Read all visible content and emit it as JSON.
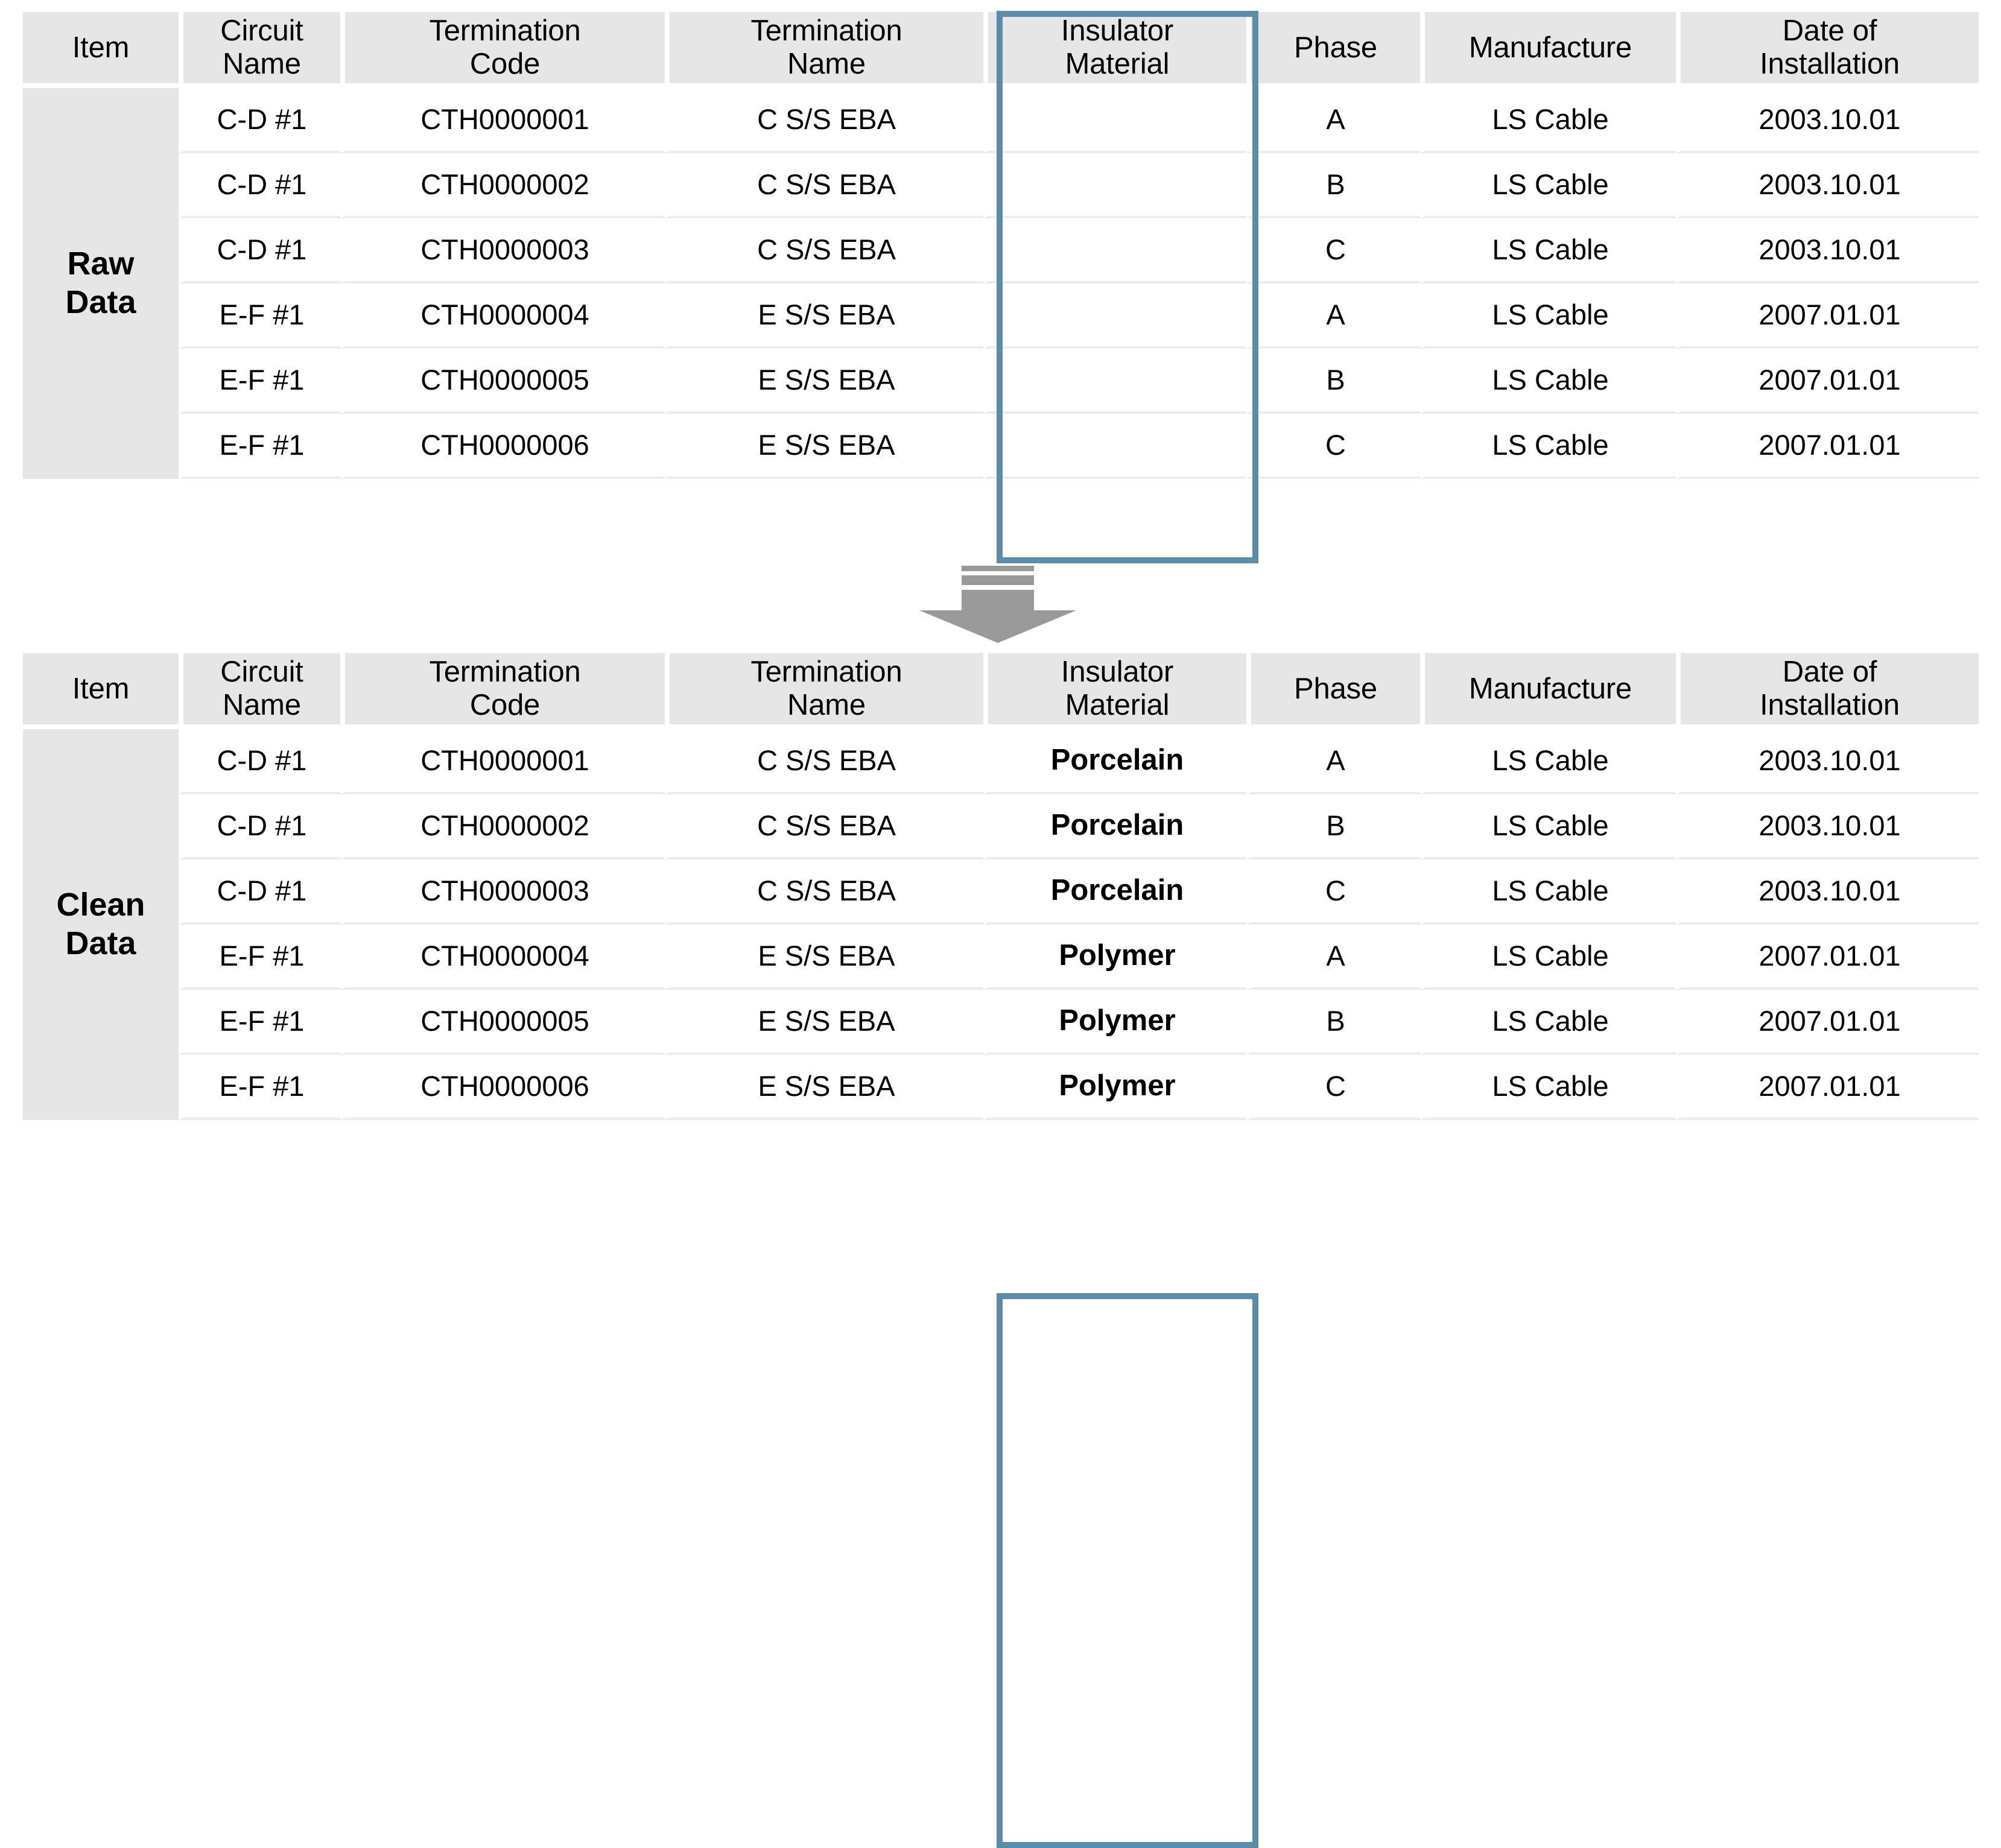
{
  "columns": [
    {
      "key": "item",
      "label_lines": [
        "Item"
      ]
    },
    {
      "key": "circuit_name",
      "label_lines": [
        "Circuit",
        "Name"
      ]
    },
    {
      "key": "termination_code",
      "label_lines": [
        "Termination",
        "Code"
      ]
    },
    {
      "key": "termination_name",
      "label_lines": [
        "Termination",
        "Name"
      ]
    },
    {
      "key": "insulator_material",
      "label_lines": [
        "Insulator",
        "Material"
      ]
    },
    {
      "key": "phase",
      "label_lines": [
        "Phase"
      ]
    },
    {
      "key": "manufacture",
      "label_lines": [
        "Manufacture"
      ]
    },
    {
      "key": "date_of_installation",
      "label_lines": [
        "Date of",
        "Installation"
      ]
    }
  ],
  "raw_table": {
    "item_label_lines": [
      "Raw",
      "Data"
    ],
    "headers": {
      "item": "Item",
      "circuit_name_l1": "Circuit",
      "circuit_name_l2": "Name",
      "termination_code_l1": "Termination",
      "termination_code_l2": "Code",
      "termination_name_l1": "Termination",
      "termination_name_l2": "Name",
      "insulator_material_l1": "Insulator",
      "insulator_material_l2": "Material",
      "phase": "Phase",
      "manufacture": "Manufacture",
      "date_l1": "Date of",
      "date_l2": "Installation"
    },
    "rows": [
      {
        "circuit_name": "C-D #1",
        "termination_code": "CTH0000001",
        "termination_name": "C S/S EBA",
        "insulator_material": "",
        "phase": "A",
        "manufacture": "LS Cable",
        "date_of_installation": "2003.10.01"
      },
      {
        "circuit_name": "C-D #1",
        "termination_code": "CTH0000002",
        "termination_name": "C S/S EBA",
        "insulator_material": "",
        "phase": "B",
        "manufacture": "LS Cable",
        "date_of_installation": "2003.10.01"
      },
      {
        "circuit_name": "C-D #1",
        "termination_code": "CTH0000003",
        "termination_name": "C S/S EBA",
        "insulator_material": "",
        "phase": "C",
        "manufacture": "LS Cable",
        "date_of_installation": "2003.10.01"
      },
      {
        "circuit_name": "E-F #1",
        "termination_code": "CTH0000004",
        "termination_name": "E S/S EBA",
        "insulator_material": "",
        "phase": "A",
        "manufacture": "LS Cable",
        "date_of_installation": "2007.01.01"
      },
      {
        "circuit_name": "E-F #1",
        "termination_code": "CTH0000005",
        "termination_name": "E S/S EBA",
        "insulator_material": "",
        "phase": "B",
        "manufacture": "LS Cable",
        "date_of_installation": "2007.01.01"
      },
      {
        "circuit_name": "E-F #1",
        "termination_code": "CTH0000006",
        "termination_name": "E S/S EBA",
        "insulator_material": "",
        "phase": "C",
        "manufacture": "LS Cable",
        "date_of_installation": "2007.01.01"
      }
    ]
  },
  "clean_table": {
    "item_label_lines": [
      "Clean",
      "Data"
    ],
    "headers": {
      "item": "Item",
      "circuit_name_l1": "Circuit",
      "circuit_name_l2": "Name",
      "termination_code_l1": "Termination",
      "termination_code_l2": "Code",
      "termination_name_l1": "Termination",
      "termination_name_l2": "Name",
      "insulator_material_l1": "Insulator",
      "insulator_material_l2": "Material",
      "phase": "Phase",
      "manufacture": "Manufacture",
      "date_l1": "Date of",
      "date_l2": "Installation"
    },
    "rows": [
      {
        "circuit_name": "C-D #1",
        "termination_code": "CTH0000001",
        "termination_name": "C S/S EBA",
        "insulator_material": "Porcelain",
        "phase": "A",
        "manufacture": "LS Cable",
        "date_of_installation": "2003.10.01"
      },
      {
        "circuit_name": "C-D #1",
        "termination_code": "CTH0000002",
        "termination_name": "C S/S EBA",
        "insulator_material": "Porcelain",
        "phase": "B",
        "manufacture": "LS Cable",
        "date_of_installation": "2003.10.01"
      },
      {
        "circuit_name": "C-D #1",
        "termination_code": "CTH0000003",
        "termination_name": "C S/S EBA",
        "insulator_material": "Porcelain",
        "phase": "C",
        "manufacture": "LS Cable",
        "date_of_installation": "2003.10.01"
      },
      {
        "circuit_name": "E-F #1",
        "termination_code": "CTH0000004",
        "termination_name": "E S/S EBA",
        "insulator_material": "Polymer",
        "phase": "A",
        "manufacture": "LS Cable",
        "date_of_installation": "2007.01.01"
      },
      {
        "circuit_name": "E-F #1",
        "termination_code": "CTH0000005",
        "termination_name": "E S/S EBA",
        "insulator_material": "Polymer",
        "phase": "B",
        "manufacture": "LS Cable",
        "date_of_installation": "2007.01.01"
      },
      {
        "circuit_name": "E-F #1",
        "termination_code": "CTH0000006",
        "termination_name": "E S/S EBA",
        "insulator_material": "Polymer",
        "phase": "C",
        "manufacture": "LS Cable",
        "date_of_installation": "2007.01.01"
      }
    ]
  },
  "annotations": {
    "highlight_column": "Insulator Material",
    "highlight_color": "#5c8ca8",
    "flow_arrow_direction": "down",
    "arrow_color": "#9a9a9a",
    "header_background": "#e6e6e6",
    "row_divider_color": "#ececec"
  }
}
